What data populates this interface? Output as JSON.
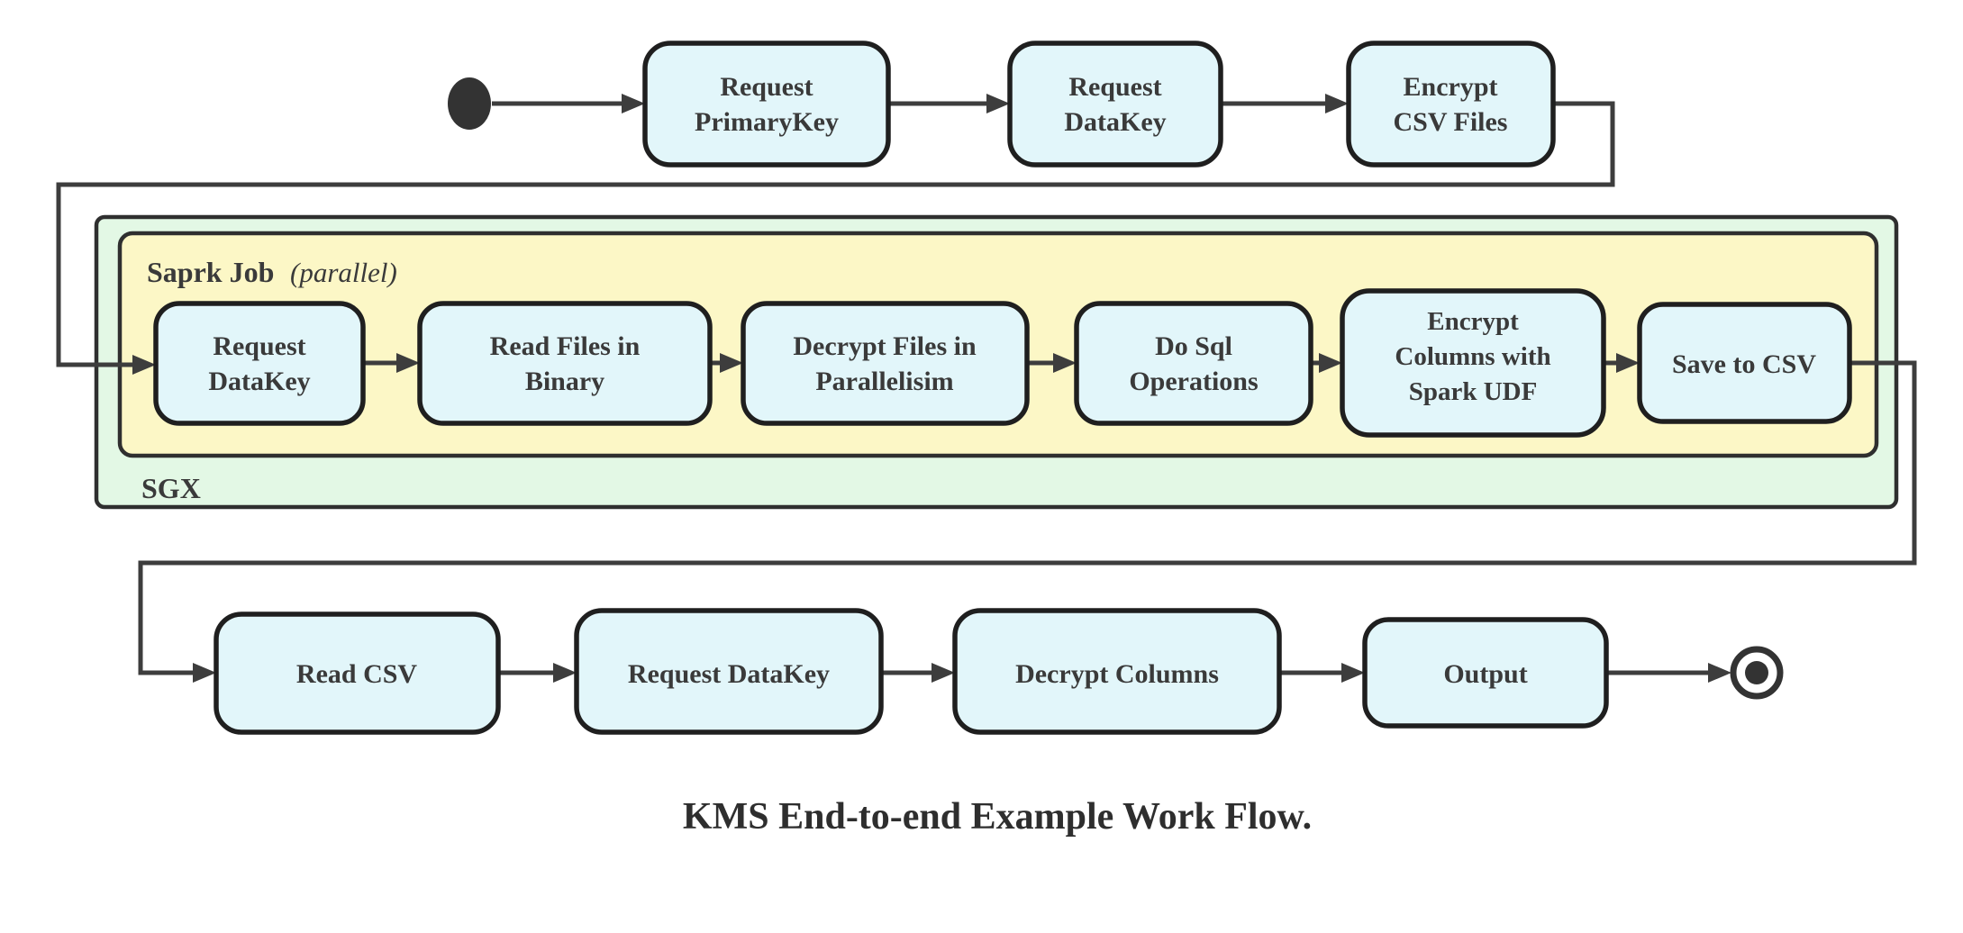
{
  "diagram_title": "KMS End-to-end Example Work Flow.",
  "containers": {
    "sgx": {
      "label": "SGX"
    },
    "spark_job": {
      "label": "Saprk Job",
      "label_suffix": "(parallel)"
    }
  },
  "nodes": {
    "request_primarykey": {
      "lines": [
        "Request",
        "PrimaryKey"
      ]
    },
    "request_datakey_top": {
      "lines": [
        "Request",
        "DataKey"
      ]
    },
    "encrypt_csv_files": {
      "lines": [
        "Encrypt",
        "CSV Files"
      ]
    },
    "request_datakey_sgx": {
      "lines": [
        "Request",
        "DataKey"
      ]
    },
    "read_files_in_binary": {
      "lines": [
        "Read Files in",
        "Binary"
      ]
    },
    "decrypt_files_in_parallelisim": {
      "lines": [
        "Decrypt Files in",
        "Parallelisim"
      ]
    },
    "do_sql_operations": {
      "lines": [
        "Do Sql",
        "Operations"
      ]
    },
    "encrypt_columns_with_spark_udf": {
      "lines": [
        "Encrypt",
        "Columns with",
        "Spark UDF"
      ]
    },
    "save_to_csv": {
      "lines": [
        "Save to CSV"
      ]
    },
    "read_csv": {
      "lines": [
        "Read CSV"
      ]
    },
    "request_datakey_bottom": {
      "lines": [
        "Request DataKey"
      ]
    },
    "decrypt_columns": {
      "lines": [
        "Decrypt Columns"
      ]
    },
    "output": {
      "lines": [
        "Output"
      ]
    }
  },
  "colors": {
    "node_fill": "#e2f6fa",
    "sgx_container_fill": "#e3f8e5",
    "spark_container_fill": "#fcf7c6",
    "node_border": "#1f1f1f",
    "edge": "#3d3d3d",
    "text": "#3a3a3a"
  }
}
